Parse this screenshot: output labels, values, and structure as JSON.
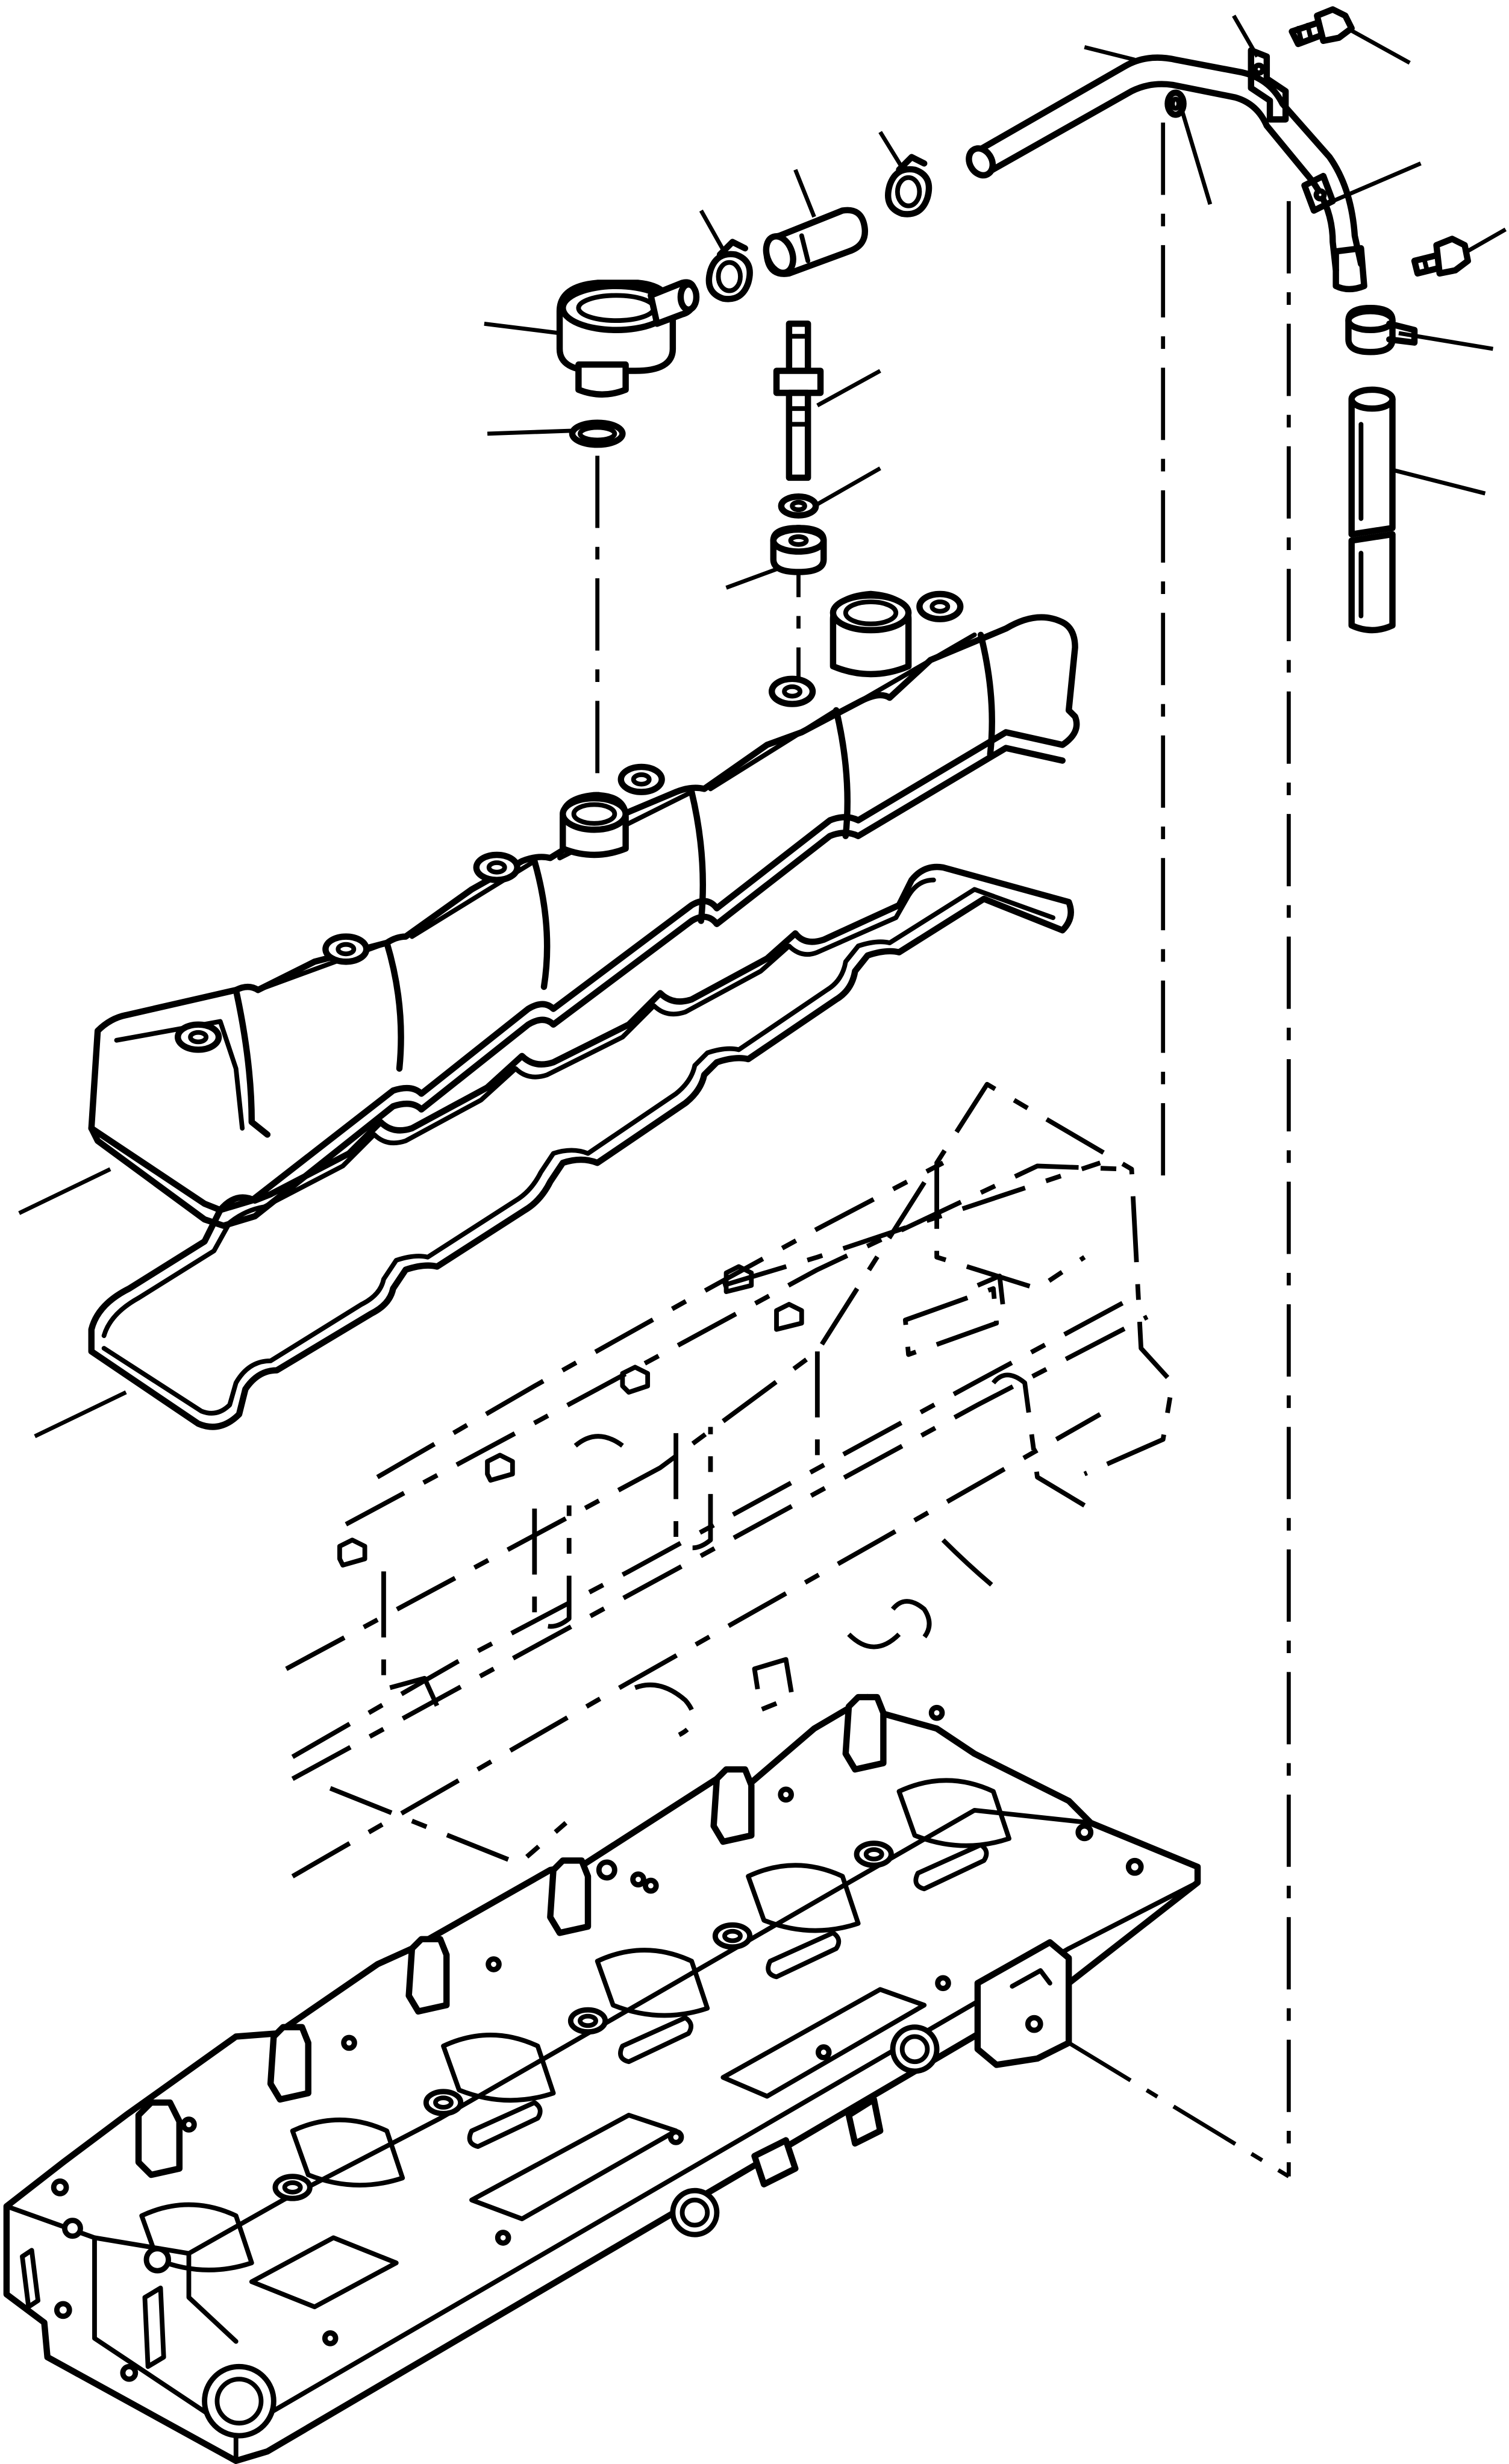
{
  "figure": {
    "background": "#ffffff",
    "line_color": "#000000"
  },
  "parts": [
    {
      "id": "breather-cap",
      "leader": true
    },
    {
      "id": "o-ring",
      "leader": true
    },
    {
      "id": "hose-clamp-upper-left",
      "leader": true
    },
    {
      "id": "short-hose",
      "leader": true
    },
    {
      "id": "hose-clamp-upper-right",
      "leader": true
    },
    {
      "id": "breather-tube",
      "leader": true
    },
    {
      "id": "bracket-bolt-top",
      "leader": true
    },
    {
      "id": "tube-bracket",
      "leader": true
    },
    {
      "id": "tube-bracket-lower",
      "leader": true
    },
    {
      "id": "bracket-bolt-side",
      "leader": true
    },
    {
      "id": "hose-clamp-lower",
      "leader": true
    },
    {
      "id": "drain-hose",
      "leader": true
    },
    {
      "id": "cover-stud",
      "leader": true
    },
    {
      "id": "stud-washer",
      "leader": true
    },
    {
      "id": "isolator-grommet",
      "leader": true
    },
    {
      "id": "valve-cover",
      "leader": true
    },
    {
      "id": "valve-cover-gasket",
      "leader": true
    },
    {
      "id": "cylinder-head",
      "leader": false
    }
  ]
}
